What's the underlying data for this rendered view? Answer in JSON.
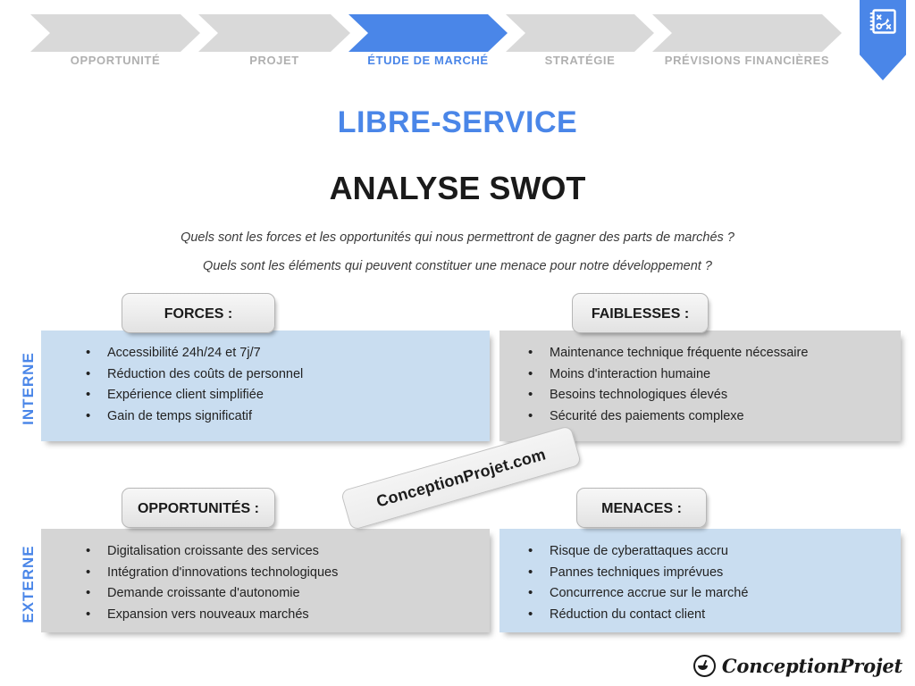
{
  "process_bar": {
    "steps": [
      {
        "label": "OPPORTUNITÉ",
        "active": false
      },
      {
        "label": "PROJET",
        "active": false
      },
      {
        "label": "ÉTUDE DE MARCHÉ",
        "active": true
      },
      {
        "label": "STRATÉGIE",
        "active": false
      },
      {
        "label": "PRÉVISIONS FINANCIÈRES",
        "active": false
      }
    ],
    "ribbon_icon": "strategy-playbook-icon"
  },
  "header": {
    "main_title": "LIBRE-SERVICE",
    "swot_title": "ANALYSE SWOT",
    "subtitle_1": "Quels sont les forces et les opportunités qui nous permettront de gagner des parts de marchés ?",
    "subtitle_2": "Quels sont les éléments qui peuvent constituer une menace pour notre développement ?"
  },
  "axes": {
    "internal": "INTERNE",
    "external": "EXTERNE"
  },
  "quadrants": {
    "forces": {
      "title": "FORCES :",
      "items": [
        "Accessibilité 24h/24 et 7j/7",
        "Réduction des coûts de personnel",
        "Expérience client simplifiée",
        "Gain de temps significatif"
      ]
    },
    "faiblesses": {
      "title": "FAIBLESSES :",
      "items": [
        "Maintenance technique fréquente nécessaire",
        "Moins d'interaction humaine",
        "Besoins technologiques élevés",
        "Sécurité des paiements complexe"
      ]
    },
    "opportunites": {
      "title": "OPPORTUNITÉS :",
      "items": [
        "Digitalisation croissante des services",
        "Intégration d'innovations technologiques",
        "Demande croissante d'autonomie",
        "Expansion vers nouveaux marchés"
      ]
    },
    "menaces": {
      "title": "MENACES :",
      "items": [
        "Risque de cyberattaques accru",
        "Pannes techniques imprévues",
        "Concurrence accrue sur le marché",
        "Réduction du contact client"
      ]
    }
  },
  "watermark": {
    "text": "ConceptionProjet.com"
  },
  "footer": {
    "brand": "ConceptionProjet",
    "icon": "conception-projet-logo-icon"
  },
  "colors": {
    "accent_blue": "#4a86e8",
    "step_inactive": "#d9d9d9",
    "box_blue": "#c9ddf0",
    "box_grey": "#d5d5d5",
    "text_dark": "#1a1a1a"
  }
}
